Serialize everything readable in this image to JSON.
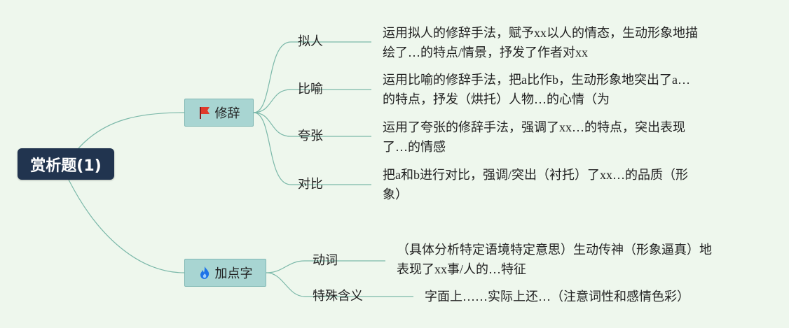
{
  "root": {
    "label": "赏析题(1)"
  },
  "branches": [
    {
      "label": "修辞",
      "icon": "red-flag-icon",
      "children": [
        {
          "label": "拟人",
          "desc_lines": [
            "运用拟人的修辞手法，赋予xx以人的情态，生动形象地描",
            "绘了…的特点/情景，抒发了作者对xx"
          ]
        },
        {
          "label": "比喻",
          "desc_lines": [
            "运用比喻的修辞手法，把a比作b，生动形象地突出了a…",
            "的特点，抒发（烘托）人物…的心情（为"
          ]
        },
        {
          "label": "夸张",
          "desc_lines": [
            "运用了夸张的修辞手法，强调了xx…的特点，突出表现",
            "了…的情感"
          ]
        },
        {
          "label": "对比",
          "desc_lines": [
            "把a和b进行对比，强调/突出（衬托）了xx…的品质（形",
            "象）"
          ]
        }
      ]
    },
    {
      "label": "加点字",
      "icon": "blue-fire-icon",
      "children": [
        {
          "label": "动词",
          "desc_lines": [
            "（具体分析特定语境特定意思）生动传神（形象逼真）地",
            "表现了xx事/人的…特征"
          ]
        },
        {
          "label": "特殊含义",
          "desc_lines": [
            "字面上……实际上还…（注意词性和感情色彩）"
          ]
        }
      ]
    }
  ],
  "colors": {
    "background": "#eef7ed",
    "root": "#21344f",
    "main": "#a8d5d2",
    "line": "#7bb8a9"
  }
}
